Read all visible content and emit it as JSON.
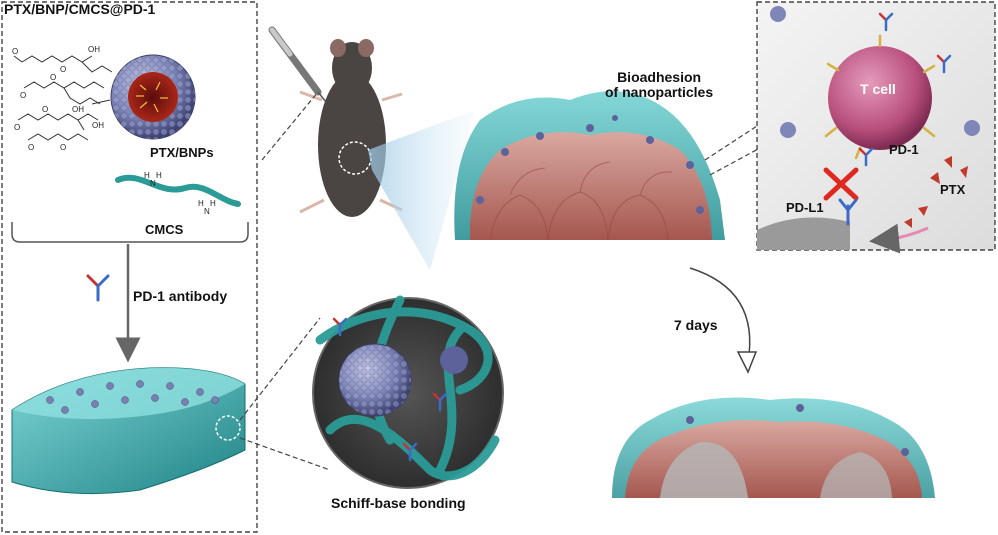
{
  "panel_left": {
    "title": "PTX/BNP/CMCS@PD-1",
    "nanoparticle_label": "PTX/BNPs",
    "polymer_label": "CMCS",
    "antibody_step_label": "PD-1 antibody"
  },
  "hydrogel_zoom": {
    "caption": "Schiff-base bonding"
  },
  "tumor_top": {
    "caption_line1": "Bioadhesion",
    "caption_line2": "of nanoparticles"
  },
  "time_step": {
    "label": "7 days"
  },
  "immune_panel": {
    "t_cell_label": "T cell",
    "receptor_label": "PD-1",
    "ligand_label": "PD-L1",
    "drug_label": "PTX"
  },
  "colors": {
    "teal": "#3aa6a8",
    "teal_dark": "#1f7a7c",
    "nanoparticle": "#7f86b8",
    "tumor": "#c9827a",
    "t_cell": "#b84f7c",
    "block_red": "#e0281e",
    "dashed": "#444444"
  },
  "icons": [
    "syringe-icon",
    "mouse-icon",
    "antibody-icon",
    "arrow-icon",
    "block-x-icon"
  ]
}
